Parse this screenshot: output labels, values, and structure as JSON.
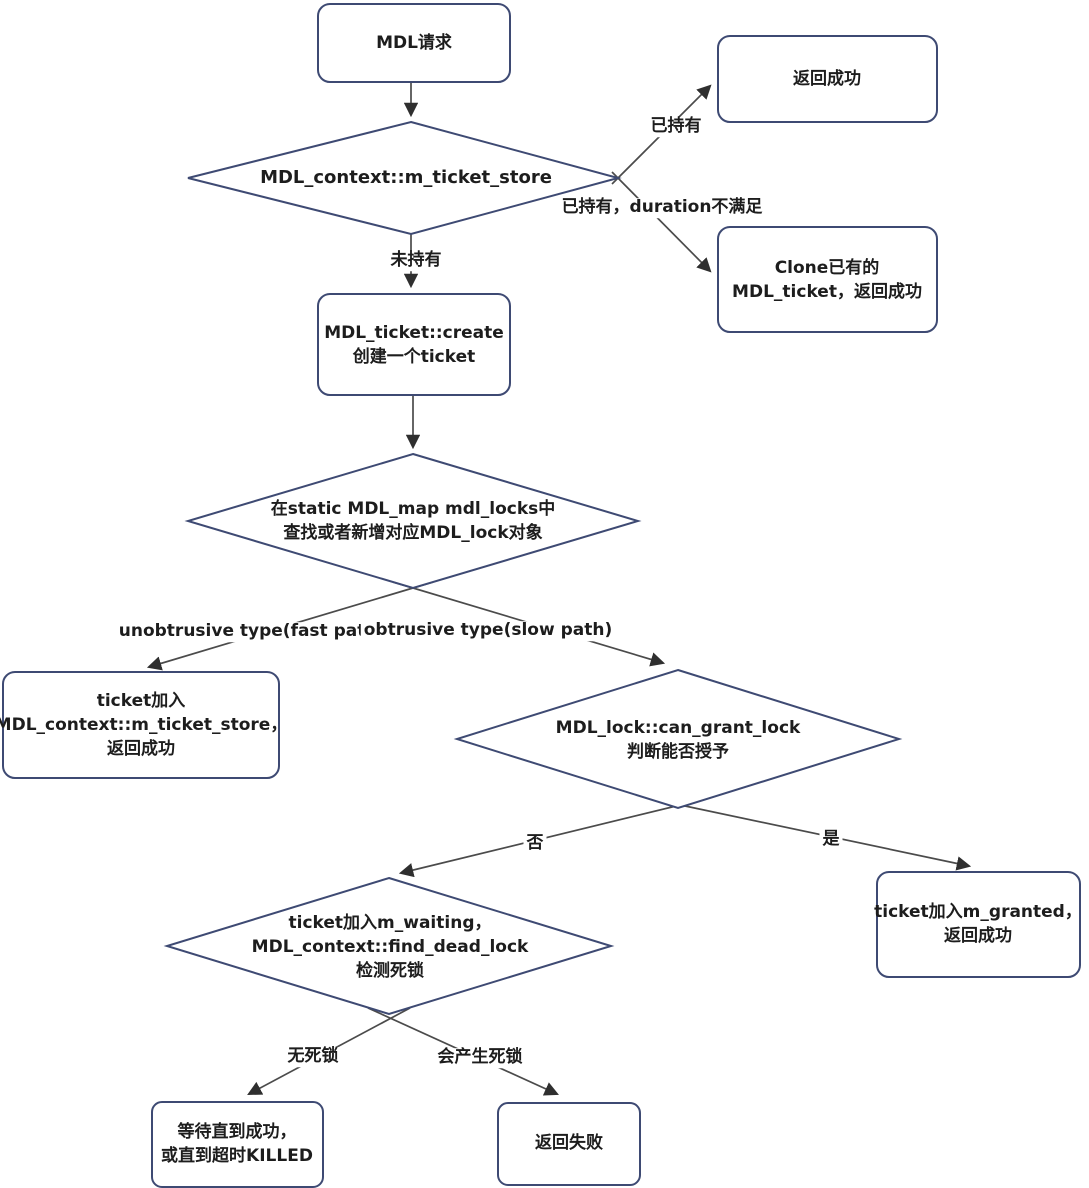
{
  "nodes": {
    "mdl_request": {
      "label": "MDL请求",
      "shape": "rounded-rect"
    },
    "ticket_store_check": {
      "label": "MDL_context::m_ticket_store",
      "shape": "diamond"
    },
    "return_success": {
      "label": "返回成功",
      "shape": "rounded-rect"
    },
    "clone_ticket": {
      "label": "Clone已有的\nMDL_ticket，返回成功",
      "shape": "rounded-rect"
    },
    "ticket_create": {
      "label": "MDL_ticket::create\n创建一个ticket",
      "shape": "rounded-rect"
    },
    "mdl_map_lookup": {
      "label": "在static MDL_map mdl_locks中\n查找或者新增对应MDL_lock对象",
      "shape": "diamond"
    },
    "fast_path_store": {
      "label": "ticket加入\nMDL_context::m_ticket_store，\n返回成功",
      "shape": "rounded-rect"
    },
    "can_grant_lock": {
      "label": "MDL_lock::can_grant_lock\n判断能否授予",
      "shape": "diamond"
    },
    "granted": {
      "label": "ticket加入m_granted，\n返回成功",
      "shape": "rounded-rect"
    },
    "wait_deadlock_check": {
      "label": "ticket加入m_waiting，\nMDL_context::find_dead_lock\n检测死锁",
      "shape": "diamond"
    },
    "wait_until": {
      "label": "等待直到成功，\n或直到超时KILLED",
      "shape": "rounded-rect"
    },
    "return_fail": {
      "label": "返回失败",
      "shape": "rounded-rect"
    }
  },
  "edge_labels": {
    "held": "已持有",
    "held_duration": "已持有，duration不满足",
    "not_held": "未持有",
    "unobtrusive": "unobtrusive type(fast path)",
    "obtrusive": "obtrusive type(slow path)",
    "no": "否",
    "yes": "是",
    "no_deadlock": "无死锁",
    "deadlock": "会产生死锁"
  },
  "colors": {
    "shape_border": "#3e4a73",
    "edge_line": "#4b4b4b",
    "arrowhead": "#2f2f2f",
    "text": "#1d1d1d",
    "background": "#ffffff"
  }
}
